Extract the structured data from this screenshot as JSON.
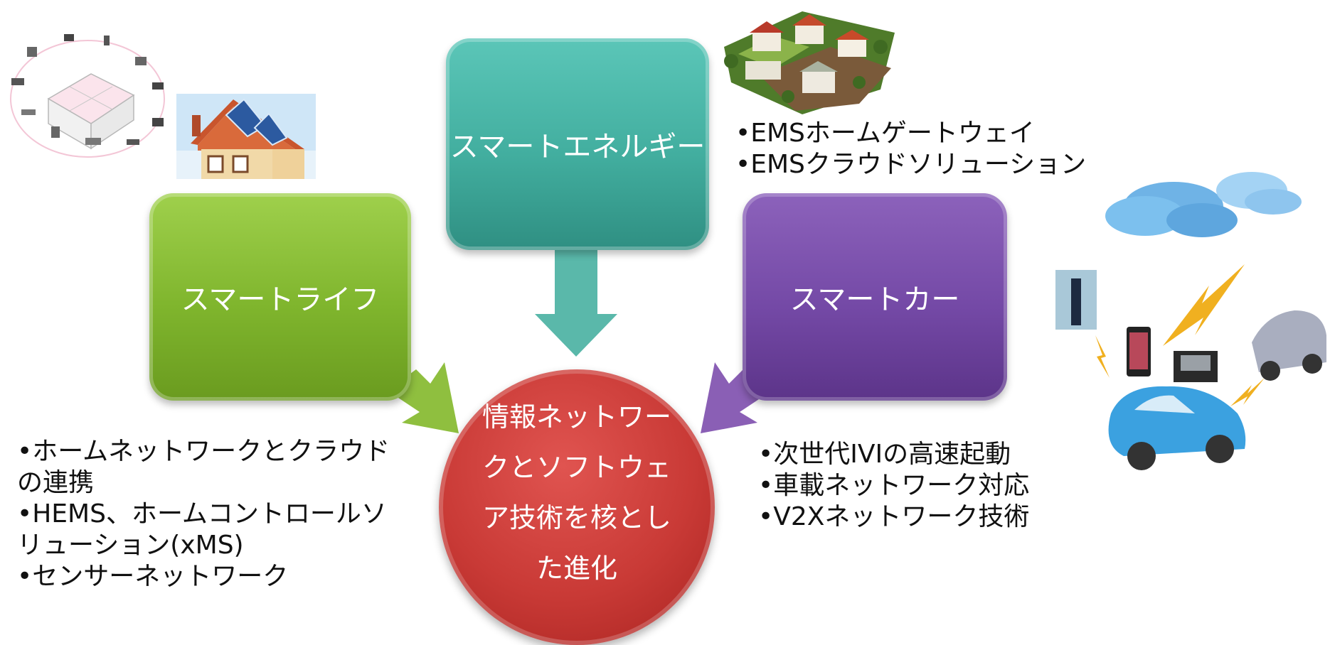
{
  "boxes": {
    "smart_life": "スマートライフ",
    "smart_energy": "スマートエネルギー",
    "smart_car": "スマートカー"
  },
  "center": {
    "lines": [
      "情報ネットワー",
      "クとソフトウェ",
      "ア技術を核とし",
      "た進化"
    ]
  },
  "energy_points": [
    "•EMSホームゲートウェイ",
    "•EMSクラウドソリューション"
  ],
  "life_points": [
    "•ホームネットワークとクラウド",
    "の連携",
    "•HEMS、ホームコントロールソ",
    "リューション(xMS)",
    "•センサーネットワーク"
  ],
  "car_points": [
    "•次世代IVIの高速起動",
    "•車載ネットワーク対応",
    "•V2Xネットワーク技術"
  ],
  "colors": {
    "life": "#7fb52d",
    "energy": "#42ae9f",
    "car": "#7449a6",
    "center": "#c93a36"
  }
}
